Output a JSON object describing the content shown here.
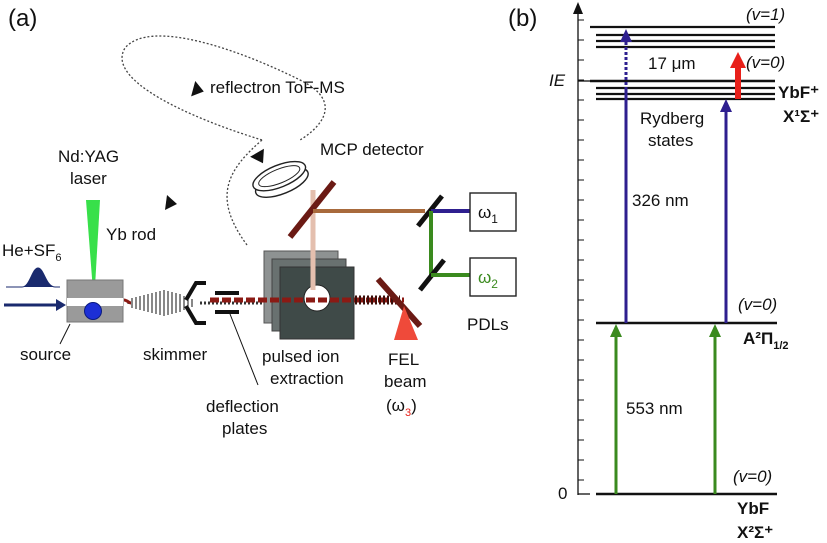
{
  "panel_a": {
    "panel_label": "(a)",
    "tof_label": "reflectron ToF-MS",
    "mcp_label": "MCP detector",
    "ndyag_label_line1": "Nd:YAG",
    "ndyag_label_line2": "laser",
    "gas_label": "He+SF",
    "gas_subscript": "6",
    "yb_rod_label": "Yb rod",
    "source_label": "source",
    "skimmer_label": "skimmer",
    "deflection_label_line1": "deflection",
    "deflection_label_line2": "plates",
    "extraction_label_line1": "pulsed ion",
    "extraction_label_line2": "extraction",
    "fel_label_line1": "FEL",
    "fel_label_line2": "beam",
    "fel_label_line3": "(ω",
    "fel_label_sub": "3",
    "fel_label_close": ")",
    "omega1_label": "ω",
    "omega1_sub": "1",
    "omega2_label": "ω",
    "omega2_sub": "2",
    "pdls_label": "PDLs"
  },
  "panel_b": {
    "panel_label": "(b)",
    "ie_label": "IE",
    "zero_label": "0",
    "v1_label": "(v=1)",
    "v0_ion_label": "(v=0)",
    "ion_label": "YbF⁺",
    "ion_state": "X¹Σ⁺",
    "rydberg_line1": "Rydberg",
    "rydberg_line2": "states",
    "a_state_v": "(v=0)",
    "a_state_label": "A²Π",
    "a_state_sub": "1/2",
    "x_state_v": "(v=0)",
    "x_state_label": "YbF",
    "x_state_term": "X²Σ⁺",
    "wl_17": "17 μm",
    "wl_326": "326 nm",
    "wl_553": "553 nm"
  },
  "colors": {
    "uv_purple": "#2e1f8f",
    "green": "#3a8a1e",
    "red": "#e8201a",
    "brown_beam": "#a86a3c",
    "dark_red": "#6b1a14",
    "navy": "#1a2a6e",
    "laser_green": "#38e04a",
    "grey_box": "#9a9a9a",
    "extractor": "#3f4a48"
  }
}
